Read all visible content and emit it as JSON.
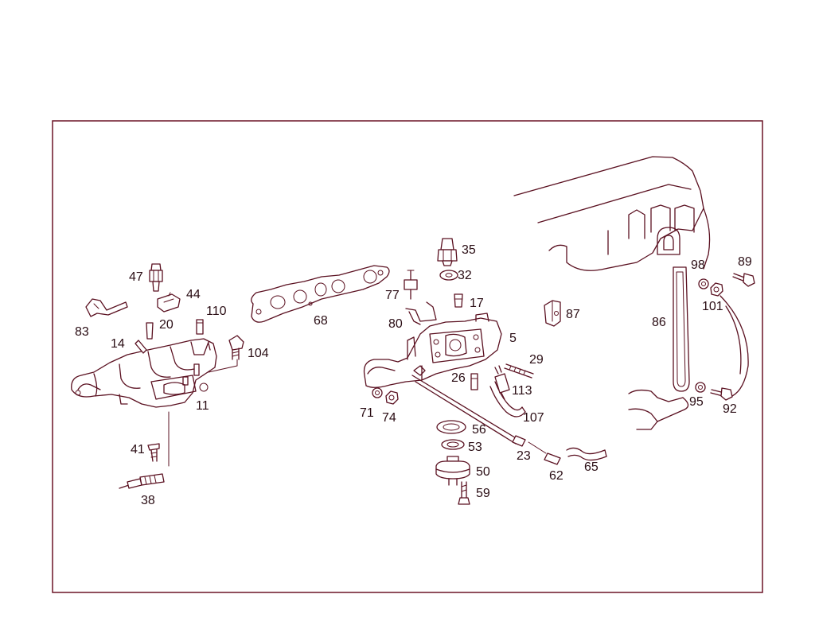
{
  "accent_color": "#8b1a2e",
  "callouts": {
    "c5": "5",
    "c11": "11",
    "c14": "14",
    "c17": "17",
    "c20": "20",
    "c23": "23",
    "c26": "26",
    "c29": "29",
    "c32": "32",
    "c35": "35",
    "c38": "38",
    "c41": "41",
    "c44": "44",
    "c47": "47",
    "c50": "50",
    "c53": "53",
    "c56": "56",
    "c59": "59",
    "c62": "62",
    "c65": "65",
    "c68": "68",
    "c71": "71",
    "c74": "74",
    "c77": "77",
    "c80": "80",
    "c83": "83",
    "c86": "86",
    "c87": "87",
    "c89": "89",
    "c92": "92",
    "c95": "95",
    "c98": "98",
    "c101": "101",
    "c104": "104",
    "c107": "107",
    "c110": "110",
    "c113": "113"
  }
}
